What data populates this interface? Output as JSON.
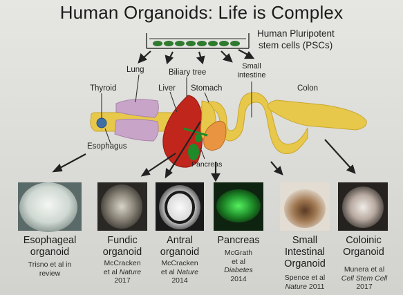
{
  "title": "Human Organoids: Life is Complex",
  "stem_cells": {
    "line1": "Human Pluripotent",
    "line2": "stem cells (PSCs)"
  },
  "labels": {
    "lung": "Lung",
    "biliary": "Biliary tree",
    "small_intestine_1": "Small",
    "small_intestine_2": "intestine",
    "thyroid": "Thyroid",
    "liver": "Liver",
    "stomach": "Stomach",
    "colon": "Colon",
    "esophagus": "Esophagus",
    "pancreas": "Pancreas"
  },
  "organoids": [
    {
      "name1": "Esophageal",
      "name2": "organoid",
      "name3": "",
      "ref1": "Trisno et al in",
      "ref2": "review",
      "ref3": ""
    },
    {
      "name1": "Fundic",
      "name2": "organoid",
      "name3": "",
      "ref1": "McCracken",
      "ref2_a": "et al ",
      "ref2_b": "Nature",
      "ref3": "2017"
    },
    {
      "name1": "Antral",
      "name2": "organoid",
      "name3": "",
      "ref1": "McCracken",
      "ref2_a": "et al ",
      "ref2_b": "Nature",
      "ref3": "2014"
    },
    {
      "name1": "Pancreas",
      "name2": "",
      "name3": "",
      "ref1": "McGrath",
      "ref2": "et al",
      "ref3_i": "Diabetes",
      "ref4": "2014"
    },
    {
      "name1": "Small",
      "name2": "Intestinal",
      "name3": "Organoid",
      "ref1": "Spence et al",
      "ref2_i": "Nature",
      "ref2_b": " 2011"
    },
    {
      "name1": "Coloinic",
      "name2": "Organoid",
      "name3": "",
      "ref1": "Munera et al",
      "ref2_i": "Cell Stem Cell",
      "ref3": "2017"
    }
  ],
  "colors": {
    "gut_tube": "#e8c84a",
    "lung": "#c8a4c8",
    "liver": "#c0261c",
    "pancreas": "#e89440",
    "gallbladder": "#1e8a2a",
    "thyroid": "#3f6fa8",
    "pancreas_photo": "#2fdc3a"
  }
}
